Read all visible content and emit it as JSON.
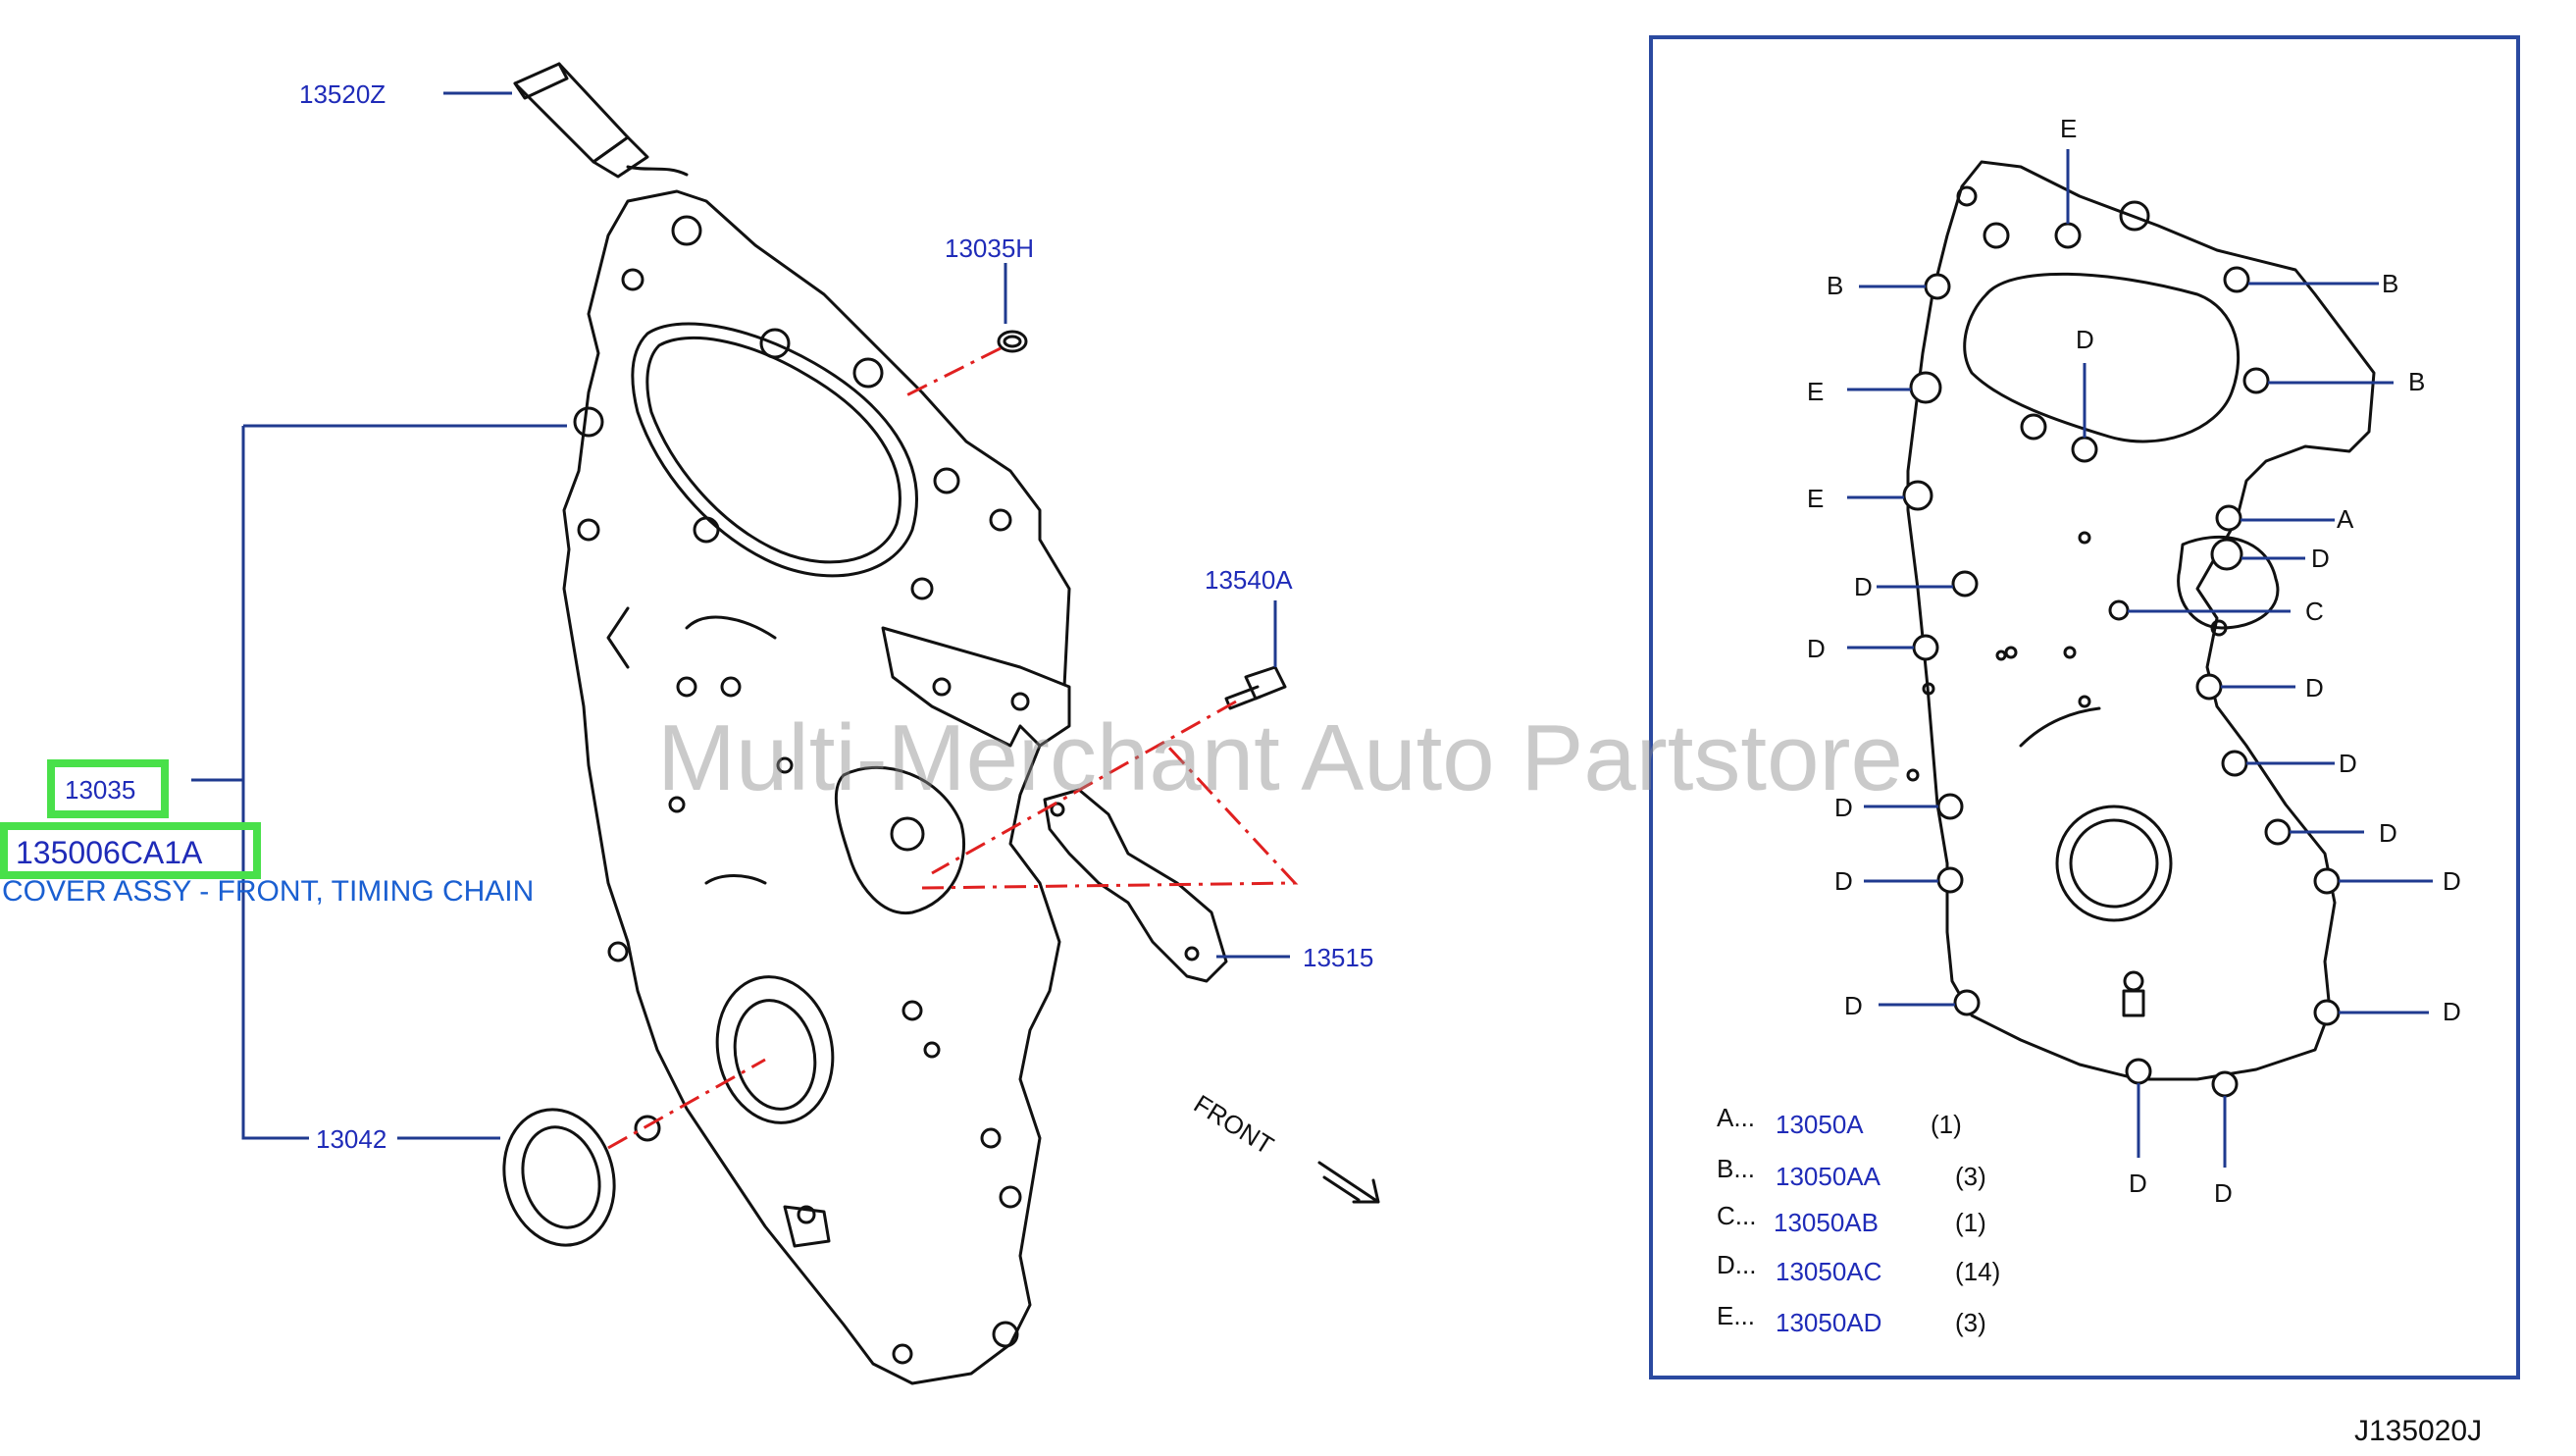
{
  "watermark": "Multi-Merchant Auto Partstore",
  "diagram_code": "J135020J",
  "front_label": "FRONT",
  "callouts": {
    "p13520z": "13520Z",
    "p13035h": "13035H",
    "p13540a": "13540A",
    "p13035": "13035",
    "p135006ca1a": "135006CA1A",
    "p135006ca1a_desc": "COVER ASSY - FRONT, TIMING CHAIN",
    "p13515": "13515",
    "p13042": "13042"
  },
  "bolt_letters": {
    "e_top": "E",
    "b_left": "B",
    "e_left1": "E",
    "e_left2": "E",
    "b_right1": "B",
    "b_right2": "B",
    "d_center": "D",
    "a_right": "A",
    "d_right1": "D",
    "c_right": "C",
    "d_left1": "D",
    "d_left2": "D",
    "d_right2": "D",
    "d_right3": "D",
    "d_left3": "D",
    "d_right4": "D",
    "d_left4": "D",
    "d_right5": "D",
    "d_left5": "D",
    "d_right6": "D",
    "d_bottom1": "D",
    "d_bottom2": "D"
  },
  "bolt_legend": [
    {
      "letter": "A...",
      "part": "13050A",
      "qty": "(1)"
    },
    {
      "letter": "B...",
      "part": "13050AA",
      "qty": "(3)"
    },
    {
      "letter": "C...",
      "part": "13050AB",
      "qty": "(1)"
    },
    {
      "letter": "D...",
      "part": "13050AC",
      "qty": "(14)"
    },
    {
      "letter": "E...",
      "part": "13050AD",
      "qty": "(3)"
    }
  ]
}
